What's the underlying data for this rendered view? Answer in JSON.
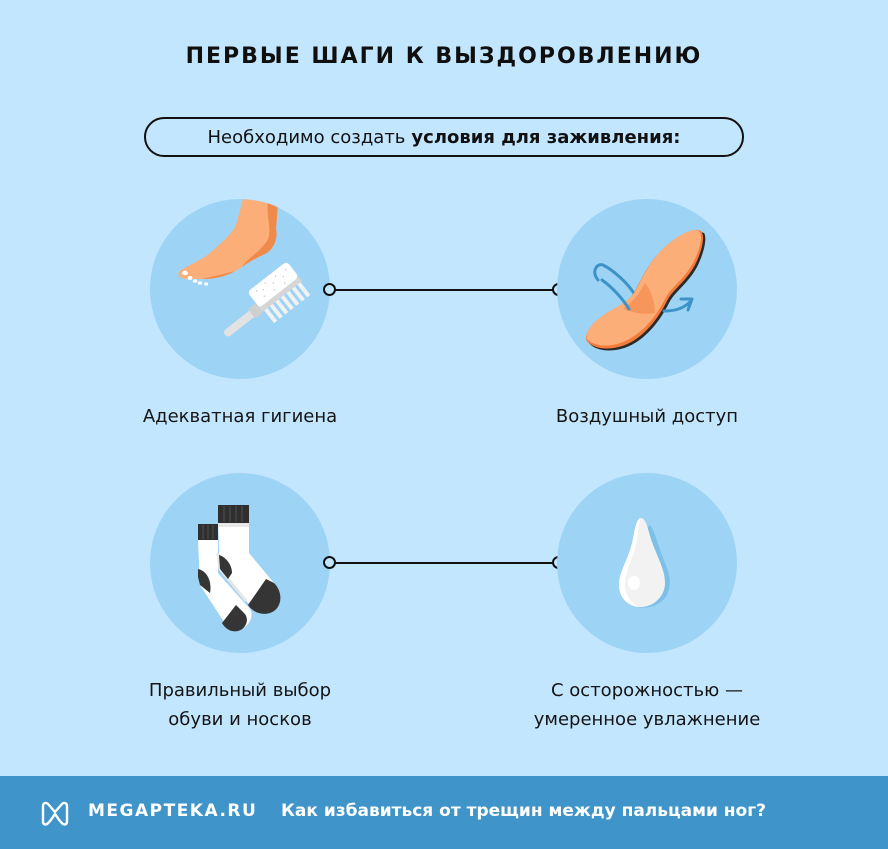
{
  "header": {
    "title": "ПЕРВЫЕ ШАГИ К ВЫЗДОРОВЛЕНИЮ",
    "subtitle_regular": "Необходимо создать",
    "subtitle_bold": "условия для заживления:"
  },
  "steps": [
    {
      "icon": "foot-brush-icon",
      "label_line1": "Адекватная гигиена",
      "label_line2": ""
    },
    {
      "icon": "insole-icon",
      "label_line1": "Воздушный доступ",
      "label_line2": ""
    },
    {
      "icon": "socks-icon",
      "label_line1": "Правильный выбор",
      "label_line2": "обуви и носков"
    },
    {
      "icon": "water-drop-icon",
      "label_line1": "С осторожностью —",
      "label_line2": "умеренное увлажнение"
    }
  ],
  "footer": {
    "brand": "MEGAPTEKA.RU",
    "link": "Как избавиться от трещин между пальцами ног?"
  },
  "colors": {
    "background": "#c2e6fd",
    "circle": "#9dd3f4",
    "footer": "#3f94c9",
    "skin": "#fcae78",
    "skin_shadow": "#ef8a4a",
    "arrow": "#3c93c8"
  }
}
